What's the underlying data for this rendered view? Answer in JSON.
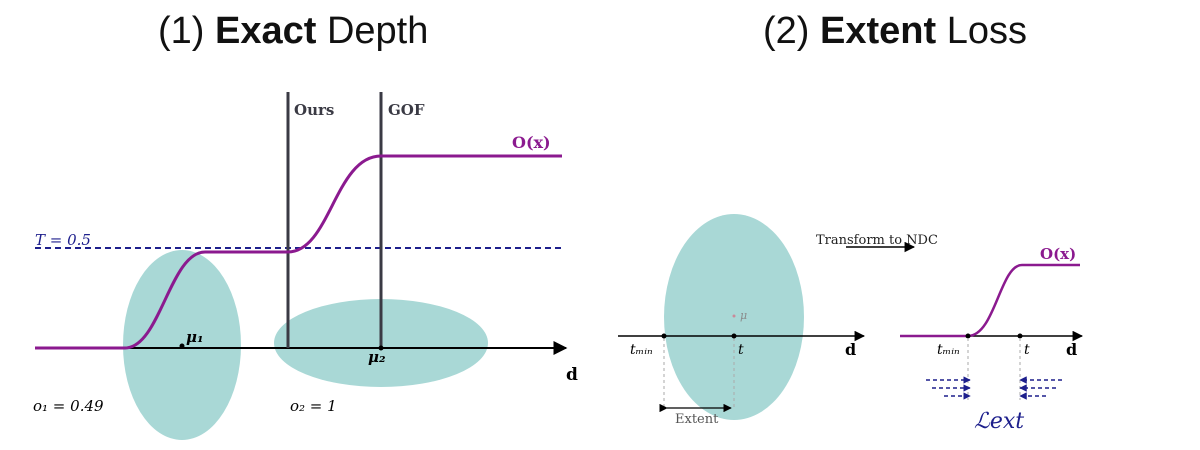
{
  "titles": {
    "left": {
      "prefix": "(1) ",
      "bold": "Exact",
      "rest": " Depth"
    },
    "right": {
      "prefix": "(2) ",
      "bold": "Extent",
      "rest": " Loss"
    }
  },
  "panel1": {
    "line_labels": {
      "ours": "Ours",
      "gof": "GOF"
    },
    "curve_label": "O(x)",
    "threshold_label": "T = 0.5",
    "mu1": "μ₁",
    "mu2": "μ₂",
    "axis_label": "d",
    "o1": "o₁ = 0.49",
    "o2": "o₂ = 1"
  },
  "panel2": {
    "transform_label": "Transform to NDC",
    "mu": "μ",
    "tmin": "tₘᵢₙ",
    "t": "t",
    "axis_label": "d",
    "extent_label": "Extent"
  },
  "panel3": {
    "curve_label": "O(x)",
    "tmin": "tₘᵢₙ",
    "t": "t",
    "axis_label": "d",
    "loss_label": "ℒext"
  },
  "colors": {
    "teal": "#a9d8d6",
    "purple": "#8b1a8f",
    "navy": "#1d1f8c",
    "line": "#3a3a44"
  }
}
